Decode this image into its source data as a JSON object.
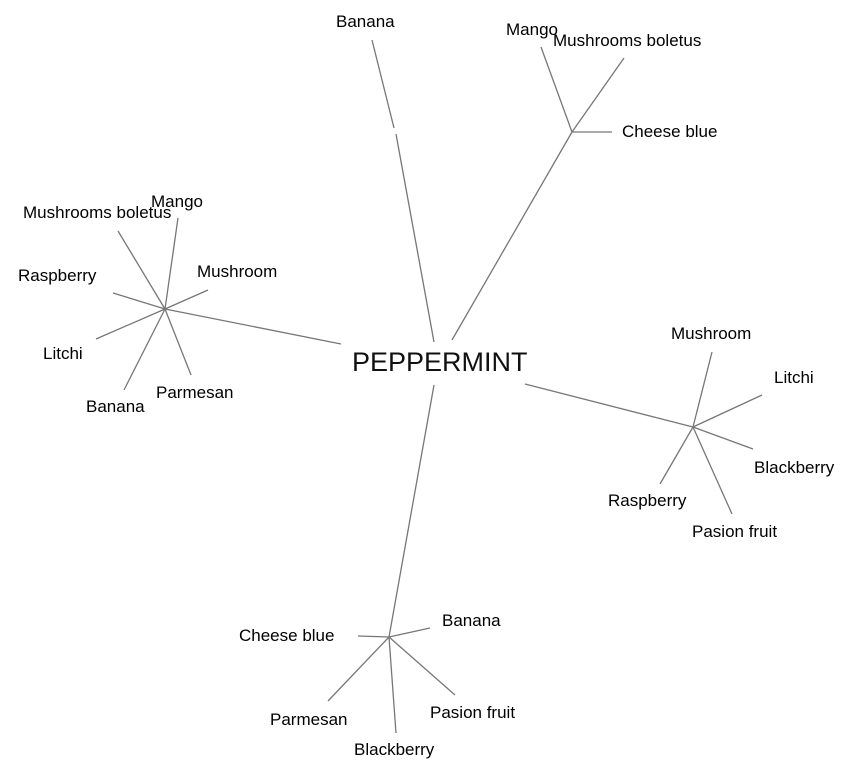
{
  "root": "PEPPERMINT",
  "branches": {
    "top": {
      "leaves": [
        "Banana"
      ]
    },
    "top_right": {
      "leaves": [
        "Mango",
        "Mushrooms boletus",
        "Cheese blue"
      ]
    },
    "left": {
      "leaves": [
        "Mushrooms boletus",
        "Mango",
        "Raspberry",
        "Mushroom",
        "Litchi",
        "Parmesan",
        "Banana"
      ]
    },
    "right": {
      "leaves": [
        "Mushroom",
        "Litchi",
        "Blackberry",
        "Raspberry",
        "Pasion fruit"
      ]
    },
    "bottom": {
      "leaves": [
        "Cheese blue",
        "Banana",
        "Parmesan",
        "Pasion fruit",
        "Blackberry"
      ]
    }
  },
  "colors": {
    "edge": "#777777",
    "text": "#000000",
    "background": "#ffffff"
  }
}
